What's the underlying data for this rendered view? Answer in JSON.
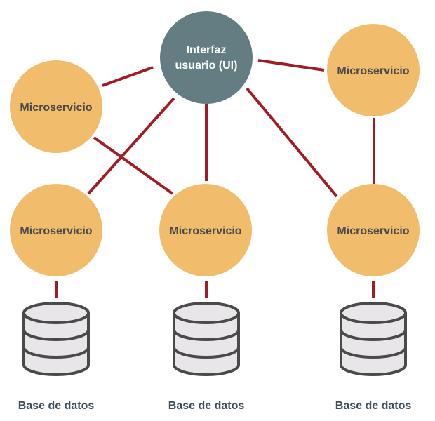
{
  "ui_node": {
    "line1": "Interfaz",
    "line2": "usuario (UI)"
  },
  "microservices": [
    {
      "label": "Microservicio"
    },
    {
      "label": "Microservicio"
    },
    {
      "label": "Microservicio"
    },
    {
      "label": "Microservicio"
    },
    {
      "label": "Microservicio"
    }
  ],
  "databases": [
    {
      "label": "Base de datos"
    },
    {
      "label": "Base de datos"
    },
    {
      "label": "Base de datos"
    }
  ],
  "colors": {
    "microservice_fill": "#f1bd6c",
    "ui_fill": "#647d82",
    "connector": "#a31b24",
    "db_fill": "#e8e6e8",
    "db_stroke": "#4a4a4a"
  }
}
